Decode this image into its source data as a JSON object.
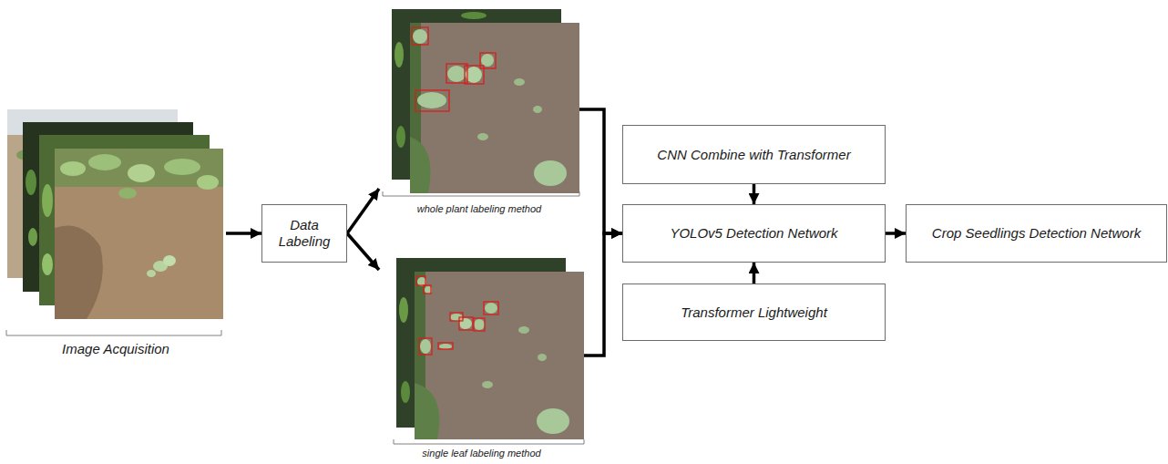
{
  "diagram": {
    "nodes": [
      {
        "text": [
          "Image Acquisition"
        ]
      },
      {
        "text": [
          "Data Labeling"
        ]
      },
      {
        "text": [
          "whole plant labeling method"
        ]
      },
      {
        "text": [
          "single leaf labeling method"
        ]
      },
      {
        "text": [
          "CNN Combine with Transformer"
        ]
      },
      {
        "text": [
          "YOLOv5 Detection Network"
        ]
      },
      {
        "text": [
          "Transformer Lightweight"
        ]
      },
      {
        "text": [
          "Crop Seedlings Detection Network"
        ]
      }
    ],
    "edges": [
      {
        "from": 0,
        "to": 1,
        "arrow": "to"
      },
      {
        "from": 1,
        "to": 2,
        "arrow": "to"
      },
      {
        "from": 1,
        "to": 3,
        "arrow": "to"
      },
      {
        "from": 2,
        "to": 5,
        "arrow": "to"
      },
      {
        "from": 3,
        "to": 5,
        "arrow": "to"
      },
      {
        "from": 4,
        "to": 5,
        "arrow": "to"
      },
      {
        "from": 6,
        "to": 5,
        "arrow": "to"
      },
      {
        "from": 5,
        "to": 7,
        "arrow": "to"
      }
    ]
  }
}
